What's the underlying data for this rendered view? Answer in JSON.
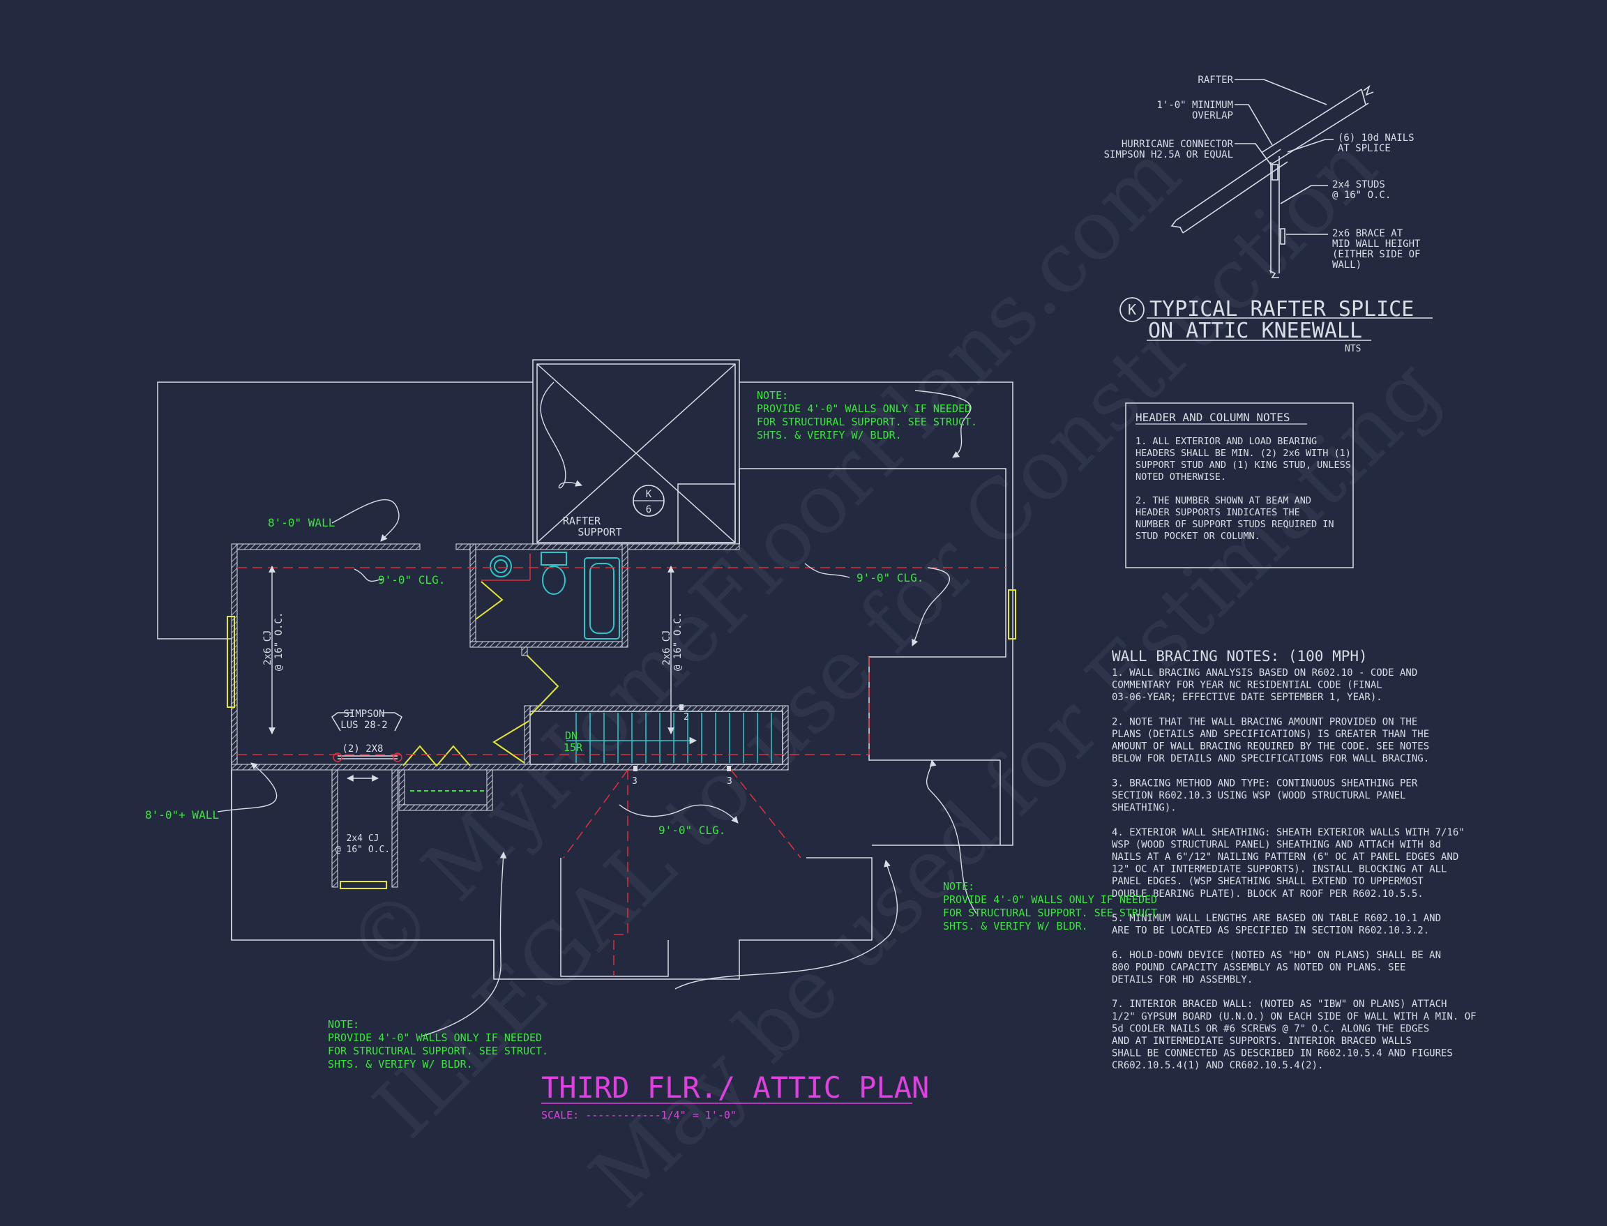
{
  "colors": {
    "background": "#232a3f",
    "linework": "#d9dde6",
    "notes_green": "#39e639",
    "dashed_red": "#e0303a",
    "title_magenta": "#e040e0",
    "fixture_cyan": "#2ec4c9",
    "door_yellow": "#e6e62e",
    "hatch": "#aeb4c2"
  },
  "watermark": {
    "line1": "© MyHomeFloorPlans.com",
    "line2": "ILLEGAL to use for Construction",
    "line3": "May be used for Estimating"
  },
  "detail": {
    "tag_letter": "K",
    "title_line1": "TYPICAL RAFTER SPLICE",
    "title_line2": "ON ATTIC KNEEWALL",
    "scale": "NTS",
    "labels": {
      "rafter": "RAFTER",
      "overlap1": "1'-0\" MINIMUM",
      "overlap2": "OVERLAP",
      "hurricane1": "HURRICANE CONNECTOR",
      "hurricane2": "SIMPSON H2.5A OR EQUAL",
      "nails1": "(6) 10d NAILS",
      "nails2": "AT SPLICE",
      "studs1": "2x4 STUDS",
      "studs2": "@ 16\" O.C.",
      "brace1": "2x6 BRACE AT",
      "brace2": "MID WALL HEIGHT",
      "brace3": "(EITHER SIDE OF",
      "brace4": "WALL)"
    }
  },
  "header_notes": {
    "title": "HEADER AND COLUMN NOTES",
    "lines": [
      "1. ALL EXTERIOR AND LOAD BEARING",
      "HEADERS SHALL BE MIN. (2) 2x6 WITH (1)",
      "SUPPORT STUD AND (1) KING STUD, UNLESS",
      "NOTED OTHERWISE.",
      "",
      "2. THE NUMBER SHOWN AT BEAM AND",
      "HEADER SUPPORTS INDICATES THE",
      "NUMBER OF SUPPORT STUDS REQUIRED IN",
      "STUD POCKET OR COLUMN."
    ]
  },
  "bracing_notes": {
    "title": "WALL BRACING NOTES: (100 MPH)",
    "lines": [
      "1. WALL BRACING ANALYSIS BASED ON R602.10 - CODE AND",
      "COMMENTARY FOR YEAR NC RESIDENTIAL CODE (FINAL",
      "03-06-YEAR; EFFECTIVE DATE SEPTEMBER 1, YEAR).",
      "",
      "2. NOTE THAT THE WALL BRACING AMOUNT PROVIDED ON THE",
      "PLANS (DETAILS AND SPECIFICATIONS) IS GREATER THAN THE",
      "AMOUNT OF WALL BRACING REQUIRED BY THE CODE. SEE NOTES",
      "BELOW FOR DETAILS AND SPECIFICATIONS FOR WALL BRACING.",
      "",
      "3. BRACING METHOD AND TYPE: CONTINUOUS SHEATHING PER",
      "SECTION R602.10.3 USING WSP (WOOD STRUCTURAL PANEL",
      "SHEATHING).",
      "",
      "4. EXTERIOR WALL SHEATHING: SHEATH EXTERIOR WALLS WITH 7/16\"",
      "WSP (WOOD STRUCTURAL PANEL) SHEATHING AND ATTACH WITH 8d",
      "NAILS AT A 6\"/12\" NAILING PATTERN (6\" OC AT PANEL EDGES AND",
      "12\" OC AT INTERMEDIATE SUPPORTS). INSTALL BLOCKING AT ALL",
      "PANEL EDGES. (WSP SHEATHING SHALL EXTEND TO UPPERMOST",
      "DOUBLE BEARING PLATE). BLOCK AT ROOF PER R602.10.5.5.",
      "",
      "5. MINIMUM WALL LENGTHS ARE BASED ON TABLE R602.10.1 AND",
      "ARE TO BE LOCATED AS SPECIFIED IN SECTION R602.10.3.2.",
      "",
      "6. HOLD-DOWN DEVICE (NOTED AS \"HD\" ON PLANS) SHALL BE AN",
      "800 POUND CAPACITY ASSEMBLY AS NOTED ON PLANS. SEE",
      "DETAILS FOR HD ASSEMBLY.",
      "",
      "7. INTERIOR BRACED WALL: (NOTED AS \"IBW\" ON PLANS) ATTACH",
      "1/2\" GYPSUM BOARD (U.N.O.) ON EACH SIDE OF WALL WITH A MIN. OF",
      "5d COOLER NAILS OR #6 SCREWS @ 7\" O.C. ALONG THE EDGES",
      "AND AT INTERMEDIATE SUPPORTS.  INTERIOR BRACED WALLS",
      "SHALL BE CONNECTED AS DESCRIBED IN R602.10.5.4 AND FIGURES",
      "CR602.10.5.4(1) AND CR602.10.5.4(2)."
    ]
  },
  "plan": {
    "title": "THIRD FLR./ ATTIC PLAN",
    "scale": "SCALE: ------------1/4\" = 1'-0\"",
    "wall_label_top": "8'-0\" WALL",
    "wall_label_left": "8'-0\"+ WALL",
    "clg_left": "9'-0\" CLG.",
    "clg_right": "9'-0\" CLG.",
    "clg_bottom": "9'-0\" CLG.",
    "cj_left1": "2x6 CJ",
    "cj_left2": "@ 16\" O.C.",
    "cj_right1": "2x6 CJ",
    "cj_right2": "@ 16\" O.C.",
    "simpson1": "SIMPSON",
    "simpson2": "LUS 28-2",
    "beam": "(2) 2X8",
    "cj_small1": "2x4 CJ",
    "cj_small2": "@ 16\" O.C.",
    "rafter_support1": "RAFTER",
    "rafter_support2": "SUPPORT",
    "detail_tag_letter": "K",
    "detail_tag_sheet": "6",
    "stair1": "DN",
    "stair2": "15R",
    "stud2": "2",
    "stud3a": "3",
    "stud3b": "3",
    "note_title": "NOTE:",
    "note_lines": [
      "PROVIDE 4'-0\" WALLS ONLY IF NEEDED",
      "FOR STRUCTURAL SUPPORT. SEE STRUCT.",
      "SHTS. & VERIFY W/ BLDR."
    ]
  }
}
